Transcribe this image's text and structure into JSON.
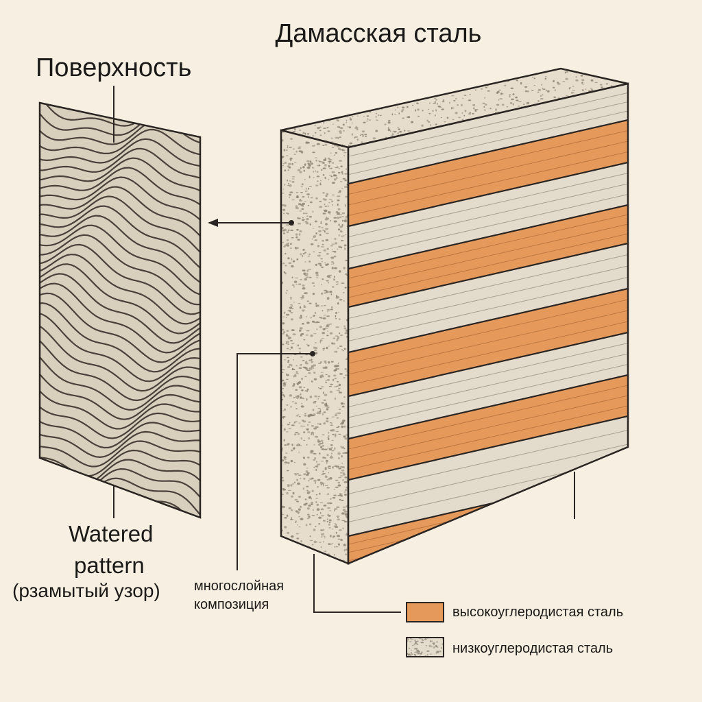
{
  "diagram": {
    "title": "Дамасская сталь",
    "surface_label": "Поверхность",
    "watered_label": {
      "line1": "Watered",
      "line2": "pattern",
      "line3": "(рзамытый узор)"
    },
    "multilayer_label": {
      "line1": "многослойная",
      "line2": "композиция"
    },
    "legend": [
      {
        "label": "высокоуглеродистая сталь",
        "color": "#e59a5c"
      },
      {
        "label": "низкоуглеродистая сталь",
        "color": "#e3dccd"
      }
    ]
  },
  "colors": {
    "background": "#f7efe1",
    "high_carbon": "#e59a5c",
    "low_carbon": "#e3dccd",
    "side_face": "#e6ddcc",
    "outline": "#2a2522"
  }
}
